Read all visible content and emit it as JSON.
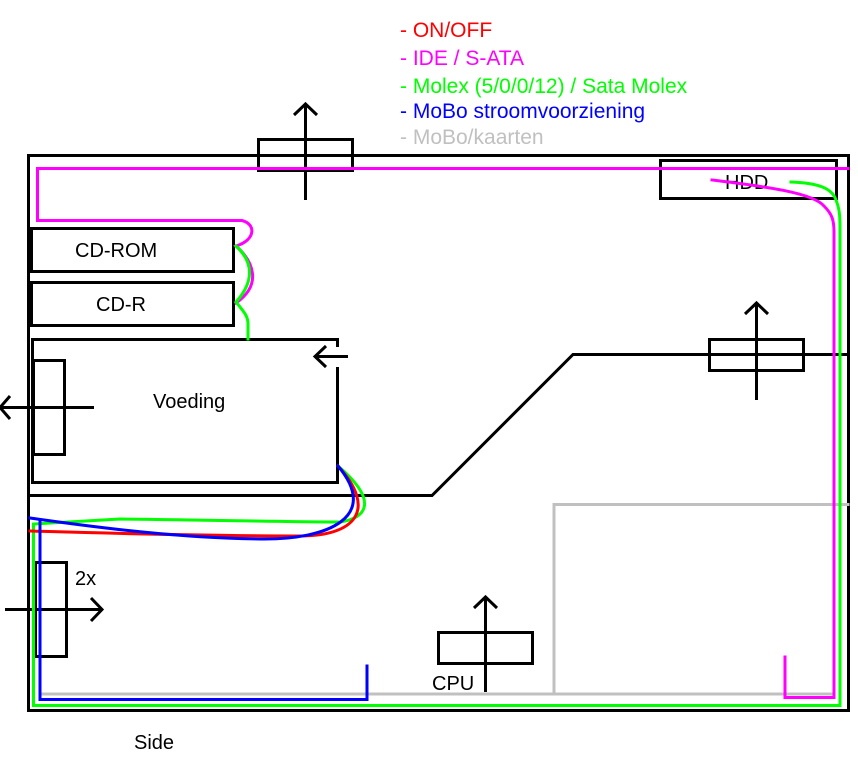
{
  "title": "PC case cable layout",
  "legend": [
    {
      "label": "- ON/OFF",
      "color": "#ff0000",
      "key": "onoff"
    },
    {
      "label": "- IDE / S-ATA",
      "color": "#ff00ff",
      "key": "ide"
    },
    {
      "label": "- Molex (5/0/0/12) / Sata Molex",
      "color": "#00ff00",
      "key": "molex"
    },
    {
      "label": "- MoBo stroomvoorziening",
      "color": "#0000ff",
      "key": "mobo_power"
    },
    {
      "label": "- MoBo/kaarten",
      "color": "#c0c0c0",
      "key": "mobo_cards"
    }
  ],
  "components": {
    "hdd": "HDD",
    "cdrom": "CD-ROM",
    "cdr": "CD-R",
    "psu": "Voeding",
    "cpu": "CPU",
    "front_fans_count": "2x"
  },
  "view_label": "Side",
  "colors": {
    "outline": "#000000",
    "onoff": "#ff0000",
    "ide": "#ff00ff",
    "molex": "#00ff00",
    "mobo_power": "#0000ff",
    "mobo_cards": "#c0c0c0"
  }
}
